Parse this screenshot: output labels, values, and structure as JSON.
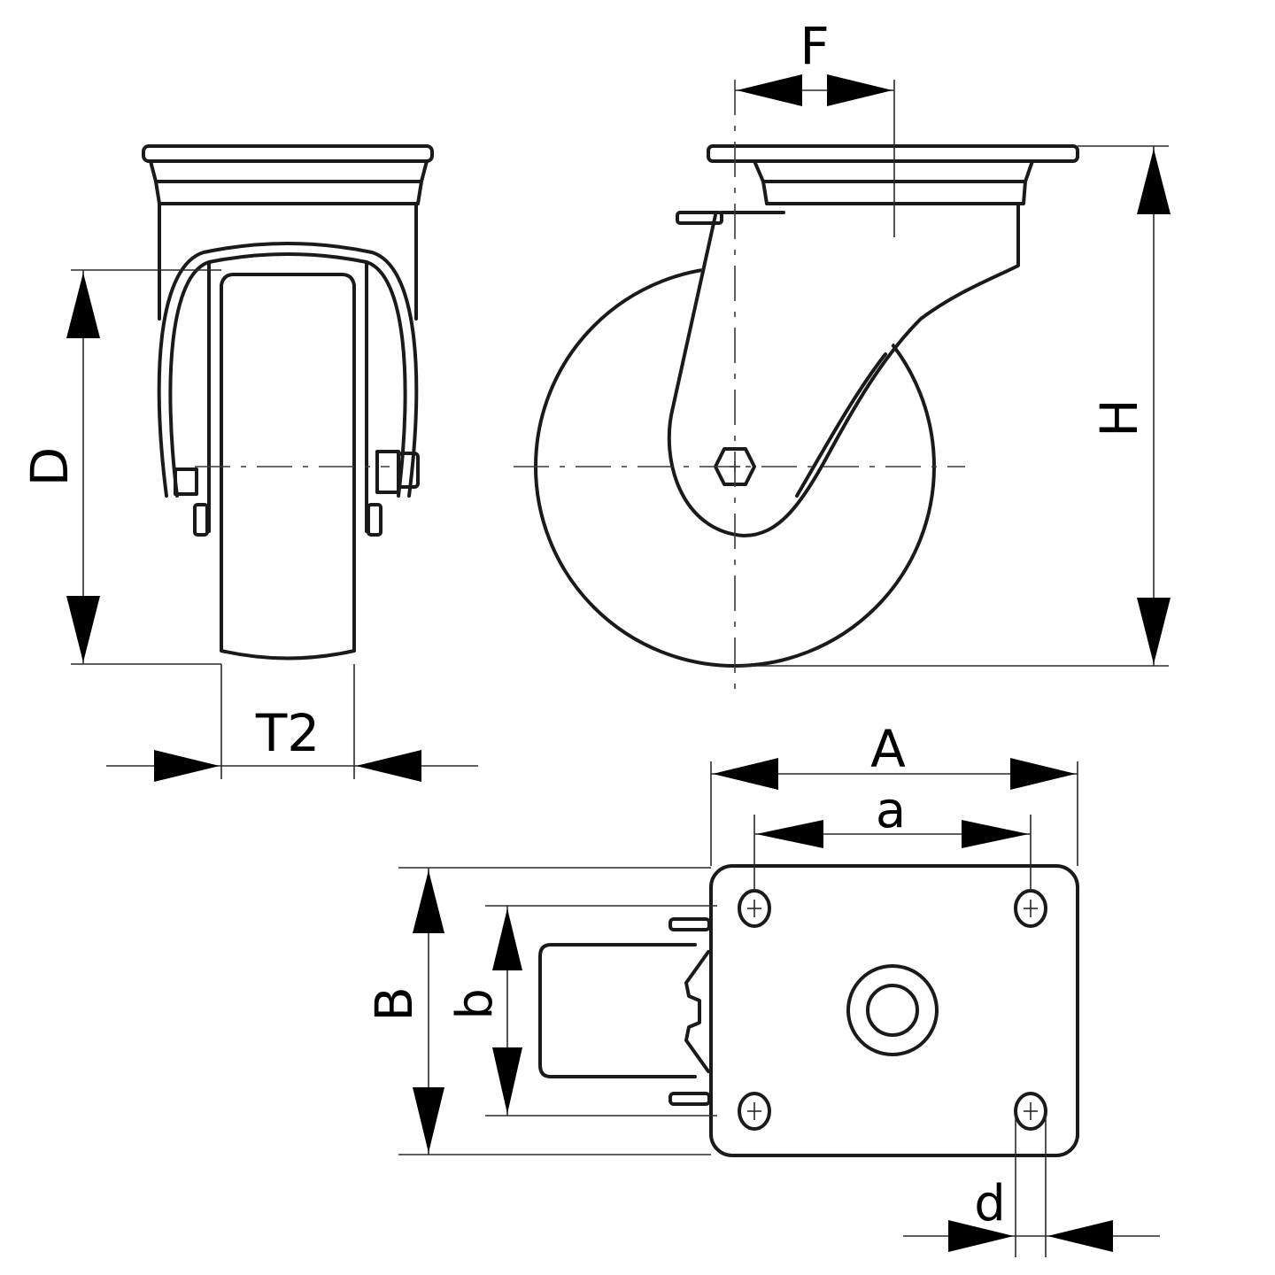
{
  "drawing": {
    "subject": "swivel caster with top plate",
    "views": [
      "front view",
      "side view",
      "top view"
    ],
    "line_color": "#1a1a1a",
    "background": "#ffffff"
  },
  "dimensions": {
    "F": "F",
    "H": "H",
    "D": "D",
    "T2": "T2",
    "A": "A",
    "a": "a",
    "B": "B",
    "b": "b",
    "d": "d"
  }
}
